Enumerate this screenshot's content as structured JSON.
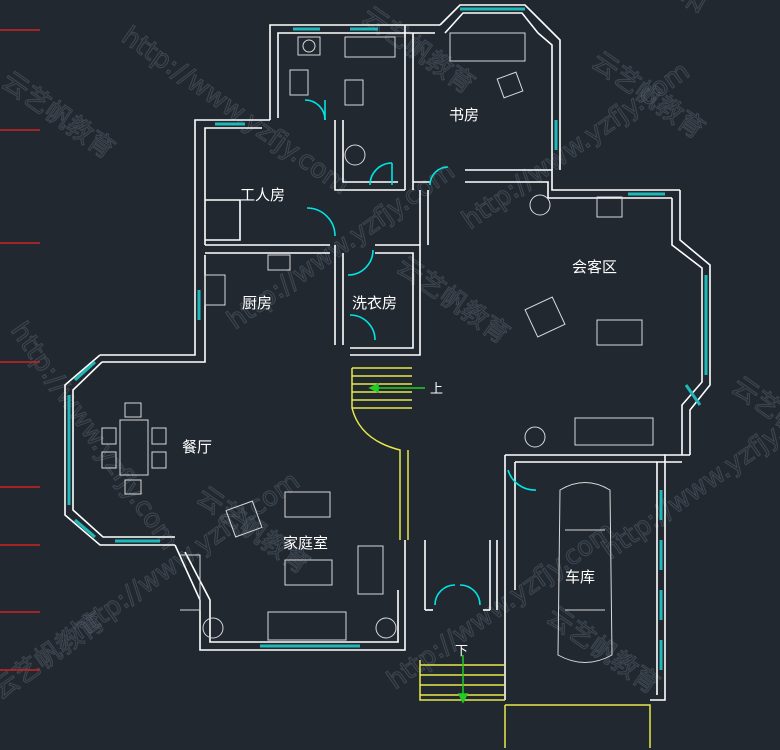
{
  "rooms": {
    "study": "书房",
    "servant_room": "工人房",
    "reception": "会客区",
    "kitchen": "厨房",
    "laundry": "洗衣房",
    "dining": "餐厅",
    "family_room": "家庭室",
    "garage": "车库"
  },
  "stairs": {
    "up": "上",
    "down": "下"
  },
  "watermark": {
    "url": "http://www.yzfjy.com",
    "brand": "云艺帆教育"
  },
  "colors": {
    "background": "#212830",
    "wall": "#ffffff",
    "window": "#1fb8b8",
    "door": "#00e5e5",
    "stair": "#e8e84a",
    "furniture": "#d8d8d8",
    "arrow": "#22cc22",
    "axis_tick": "#cc2222"
  }
}
